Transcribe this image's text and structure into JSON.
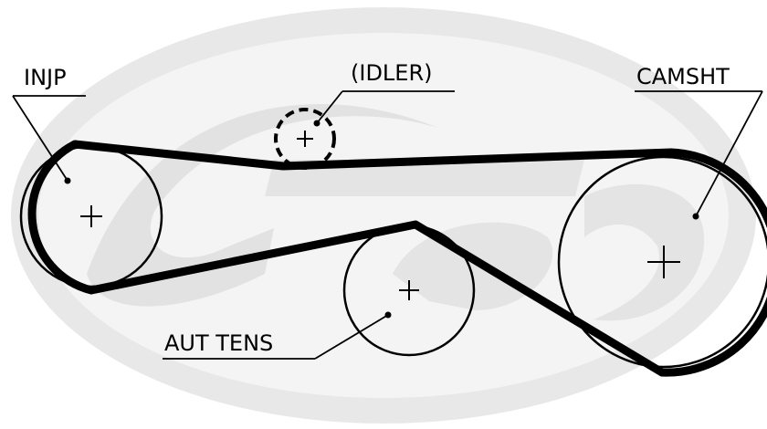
{
  "watermark": {
    "brand_text": "Gates",
    "color": "#e4e4e4"
  },
  "labels": {
    "injp": "INJP",
    "idler": "(IDLER)",
    "camsht": "CAMSHT",
    "aut_tens": "AUT TENS"
  },
  "colors": {
    "belt": "#000000",
    "pulley": "#000000",
    "background": "#ffffff"
  }
}
